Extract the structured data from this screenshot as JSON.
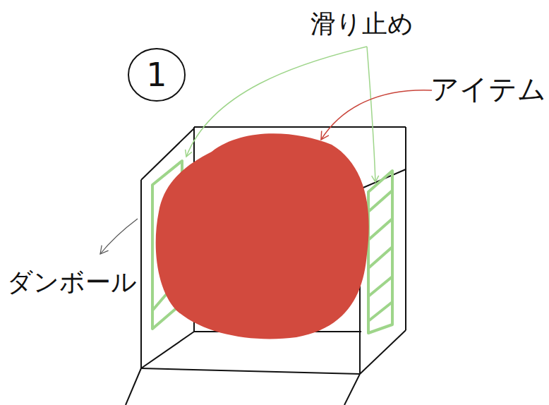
{
  "diagram": {
    "labels": [
      "1",
      "滑り止め",
      "アイテム",
      "ダンボール"
    ]
  }
}
